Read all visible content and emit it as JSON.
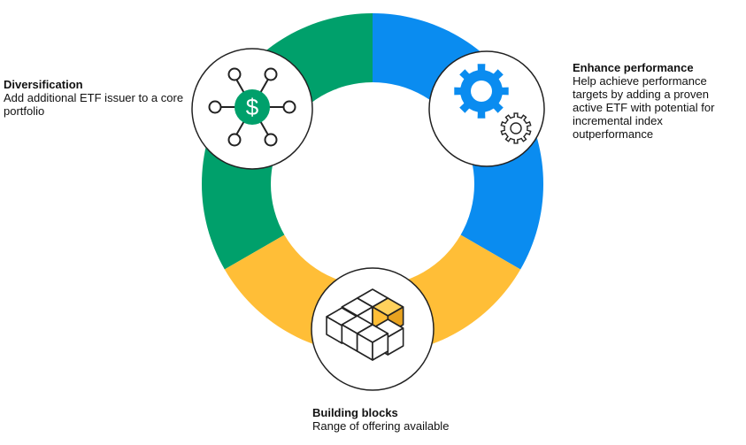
{
  "colors": {
    "green": "#00A06B",
    "blue": "#0A8CF0",
    "yellow": "#FFBE37",
    "stroke": "#222222"
  },
  "segments": [
    {
      "name": "diversification",
      "color": "green"
    },
    {
      "name": "enhance-performance",
      "color": "blue"
    },
    {
      "name": "building-blocks",
      "color": "yellow"
    }
  ],
  "icons": {
    "diversification": "dollar-network-icon",
    "enhance": "gears-icon",
    "building": "cubes-icon",
    "dollar_symbol": "$"
  },
  "captions": {
    "diversification": {
      "title": "Diversification",
      "desc": "Add additional ETF issuer to a core portfolio"
    },
    "enhance": {
      "title": "Enhance performance",
      "desc": "Help achieve performance targets by adding a proven active ETF with potential for incremental index outperformance"
    },
    "building": {
      "title": "Building blocks",
      "desc": "Range of offering available"
    }
  }
}
